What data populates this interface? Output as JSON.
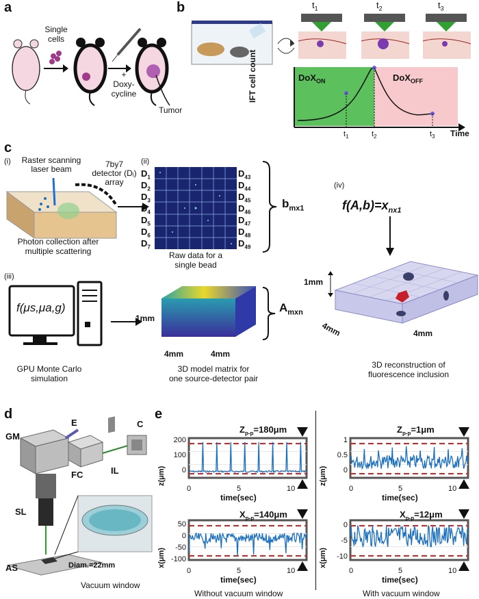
{
  "panel_labels": {
    "a": "a",
    "b": "b",
    "c": "c",
    "d": "d",
    "e": "e"
  },
  "panel_a": {
    "single_cells": "Single\ncells",
    "doxy": "+\nDoxy-\ncycline",
    "tumor": "Tumor"
  },
  "panel_b": {
    "times": [
      "t",
      "t",
      "t"
    ],
    "time_subs": [
      "1",
      "2",
      "3"
    ],
    "ylabel": "IFT cell count",
    "xlabel": "Time",
    "dox_on": "DoX",
    "dox_on_sub": "ON",
    "dox_off": "DoX",
    "dox_off_sub": "OFF",
    "tick_labels": [
      "t",
      "t",
      "t"
    ]
  },
  "panel_c": {
    "i_label": "(i)",
    "ii_label": "(ii)",
    "iii_label": "(iii)",
    "iv_label": "(iv)",
    "raster": "Raster scanning\nlaser beam",
    "detector": "7by7\ndetector (Dᵢ)\narray",
    "photon": "Photon collection after\nmultiple scattering",
    "raw": "Raw data for a\nsingle bead",
    "left_detectors": [
      "D",
      "D",
      "D",
      "D",
      "D",
      "D",
      "D"
    ],
    "left_subs": [
      "1",
      "2",
      "3",
      "4",
      "5",
      "6",
      "7"
    ],
    "right_detectors": [
      "D",
      "D",
      "D",
      "D",
      "D",
      "D",
      "D"
    ],
    "right_subs": [
      "43",
      "44",
      "45",
      "46",
      "47",
      "48",
      "49"
    ],
    "b_vec": "b",
    "b_sub": "mx1",
    "f_eq": "f(A,b)=x",
    "f_sub": "nx1",
    "f_model": "f(μs,μa,g)",
    "gpu": "GPU Monte Carlo\nsimulation",
    "model": "3D model matrix for\none source-detector pair",
    "A_mat": "A",
    "A_sub": "mxn",
    "dim_1mm": "1mm",
    "dim_4mm": "4mm",
    "recon": "3D reconstruction of\nfluorescence inclusion"
  },
  "panel_d": {
    "GM": "GM",
    "E": "E",
    "C": "C",
    "FC": "FC",
    "IL": "IL",
    "SL": "SL",
    "AS": "AS",
    "diam": "Diam.=22mm",
    "vac": "Vacuum window"
  },
  "panel_e": {
    "plots": [
      {
        "title": "Z",
        "sub": "p-p",
        "val": "=180μm",
        "ylabel": "z(μm)",
        "xlabel": "time(sec)",
        "yticks": [
          "200",
          "100",
          "0"
        ],
        "xticks": [
          "0",
          "5",
          "10"
        ]
      },
      {
        "title": "Z",
        "sub": "p-p",
        "val": "=1μm",
        "ylabel": "z(μm)",
        "xlabel": "time(sec)",
        "yticks": [
          "1",
          "0.5",
          "0"
        ],
        "xticks": [
          "0",
          "5",
          "10"
        ]
      },
      {
        "title": "X",
        "sub": "p-p",
        "val": "=140μm",
        "ylabel": "x(μm)",
        "xlabel": "time(sec)",
        "yticks": [
          "50",
          "0",
          "-50",
          "-100"
        ],
        "xticks": [
          "0",
          "5",
          "10"
        ]
      },
      {
        "title": "X",
        "sub": "p-p",
        "val": "=12μm",
        "ylabel": "x(μm)",
        "xlabel": "time(sec)",
        "yticks": [
          "0",
          "-5",
          "-10"
        ],
        "xticks": [
          "0",
          "5",
          "10"
        ]
      }
    ],
    "caption_left": "Without vacuum window",
    "caption_right": "With vacuum window"
  },
  "colors": {
    "trace": "#1a6fbf",
    "dash": "#e0201f",
    "green": "#5cc05c",
    "pink": "#f7c9cc",
    "grid": "#2a3a9a"
  }
}
